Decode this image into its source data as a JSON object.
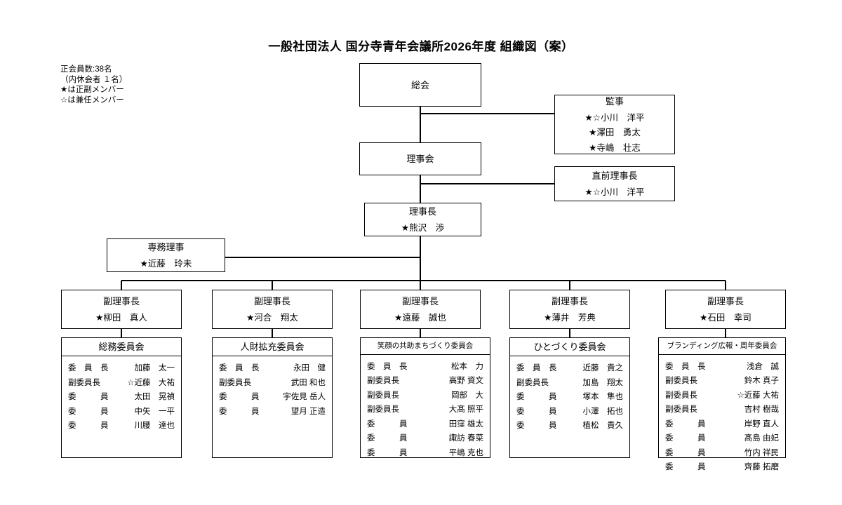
{
  "document": {
    "title": "一般社団法人 国分寺青年会議所2026年度 組織図（案）",
    "legend": [
      "正会員数:38名",
      "（内休会者 １名）",
      "★は正副メンバー",
      "☆は兼任メンバー"
    ]
  },
  "nodes": {
    "general_meeting": {
      "title": "総会"
    },
    "board": {
      "title": "理事会"
    },
    "auditors": {
      "title": "監事",
      "people": [
        "★☆小川　洋平",
        "★澤田　勇太",
        "★寺嶋　壮志"
      ]
    },
    "immediate_past": {
      "title": "直前理事長",
      "people": [
        "★☆小川　洋平"
      ]
    },
    "president": {
      "title": "理事長",
      "people": [
        "★熊沢　渉"
      ]
    },
    "executive_director": {
      "title": "専務理事",
      "people": [
        "★近藤　玲未"
      ]
    }
  },
  "vice_presidents": [
    {
      "title": "副理事長",
      "person": "★柳田　真人"
    },
    {
      "title": "副理事長",
      "person": "★河合　翔太"
    },
    {
      "title": "副理事長",
      "person": "★遠藤　誠也"
    },
    {
      "title": "副理事長",
      "person": "★薄井　芳典"
    },
    {
      "title": "副理事長",
      "person": "★石田　幸司"
    }
  ],
  "committees": [
    {
      "name": "総務委員会",
      "members": [
        {
          "role": "委　員　長",
          "name": "加藤　太一"
        },
        {
          "role": "副委員長",
          "name": "☆近藤　大祐"
        },
        {
          "role": "委　　　員",
          "name": "太田　晃禎"
        },
        {
          "role": "委　　　員",
          "name": "中矢　一平"
        },
        {
          "role": "委　　　員",
          "name": "川腰　達也"
        }
      ]
    },
    {
      "name": "人財拡充委員会",
      "members": [
        {
          "role": "委　員　長",
          "name": "永田　健"
        },
        {
          "role": "副委員長",
          "name": "武田 和也"
        },
        {
          "role": "委　　　員",
          "name": "宇佐見 岳人"
        },
        {
          "role": "委　　　員",
          "name": "望月 正造"
        }
      ]
    },
    {
      "name": "笑顔の共助まちづくり委員会",
      "members": [
        {
          "role": "委　員　長",
          "name": "松本　力"
        },
        {
          "role": "副委員長",
          "name": "高野 資文"
        },
        {
          "role": "副委員長",
          "name": "岡部　大"
        },
        {
          "role": "副委員長",
          "name": "大髙 照平"
        },
        {
          "role": "委　　　員",
          "name": "田窪 雄太"
        },
        {
          "role": "委　　　員",
          "name": "諏訪 春菜"
        },
        {
          "role": "委　　　員",
          "name": "平嶋 克也"
        }
      ]
    },
    {
      "name": "ひとづくり委員会",
      "members": [
        {
          "role": "委　員　長",
          "name": "近藤　貴之"
        },
        {
          "role": "副委員長",
          "name": "加島　翔太"
        },
        {
          "role": "委　　　員",
          "name": "塚本　隼也"
        },
        {
          "role": "委　　　員",
          "name": "小澤　拓也"
        },
        {
          "role": "委　　　員",
          "name": "植松　貴久"
        }
      ]
    },
    {
      "name": "ブランディング広報・周年委員会",
      "members": [
        {
          "role": "委　員　長",
          "name": "浅倉　誠"
        },
        {
          "role": "副委員長",
          "name": "鈴木 真子"
        },
        {
          "role": "副委員長",
          "name": "☆近藤 大祐"
        },
        {
          "role": "副委員長",
          "name": "吉村 樹哉"
        },
        {
          "role": "委　　　員",
          "name": "岸野 直人"
        },
        {
          "role": "委　　　員",
          "name": "髙島 由妃"
        },
        {
          "role": "委　　　員",
          "name": "竹内 祥民"
        },
        {
          "role": "委　　　員",
          "name": "齊藤 拓磨"
        }
      ]
    }
  ],
  "colors": {
    "line": "#000000",
    "background": "#ffffff",
    "text": "#000000"
  }
}
